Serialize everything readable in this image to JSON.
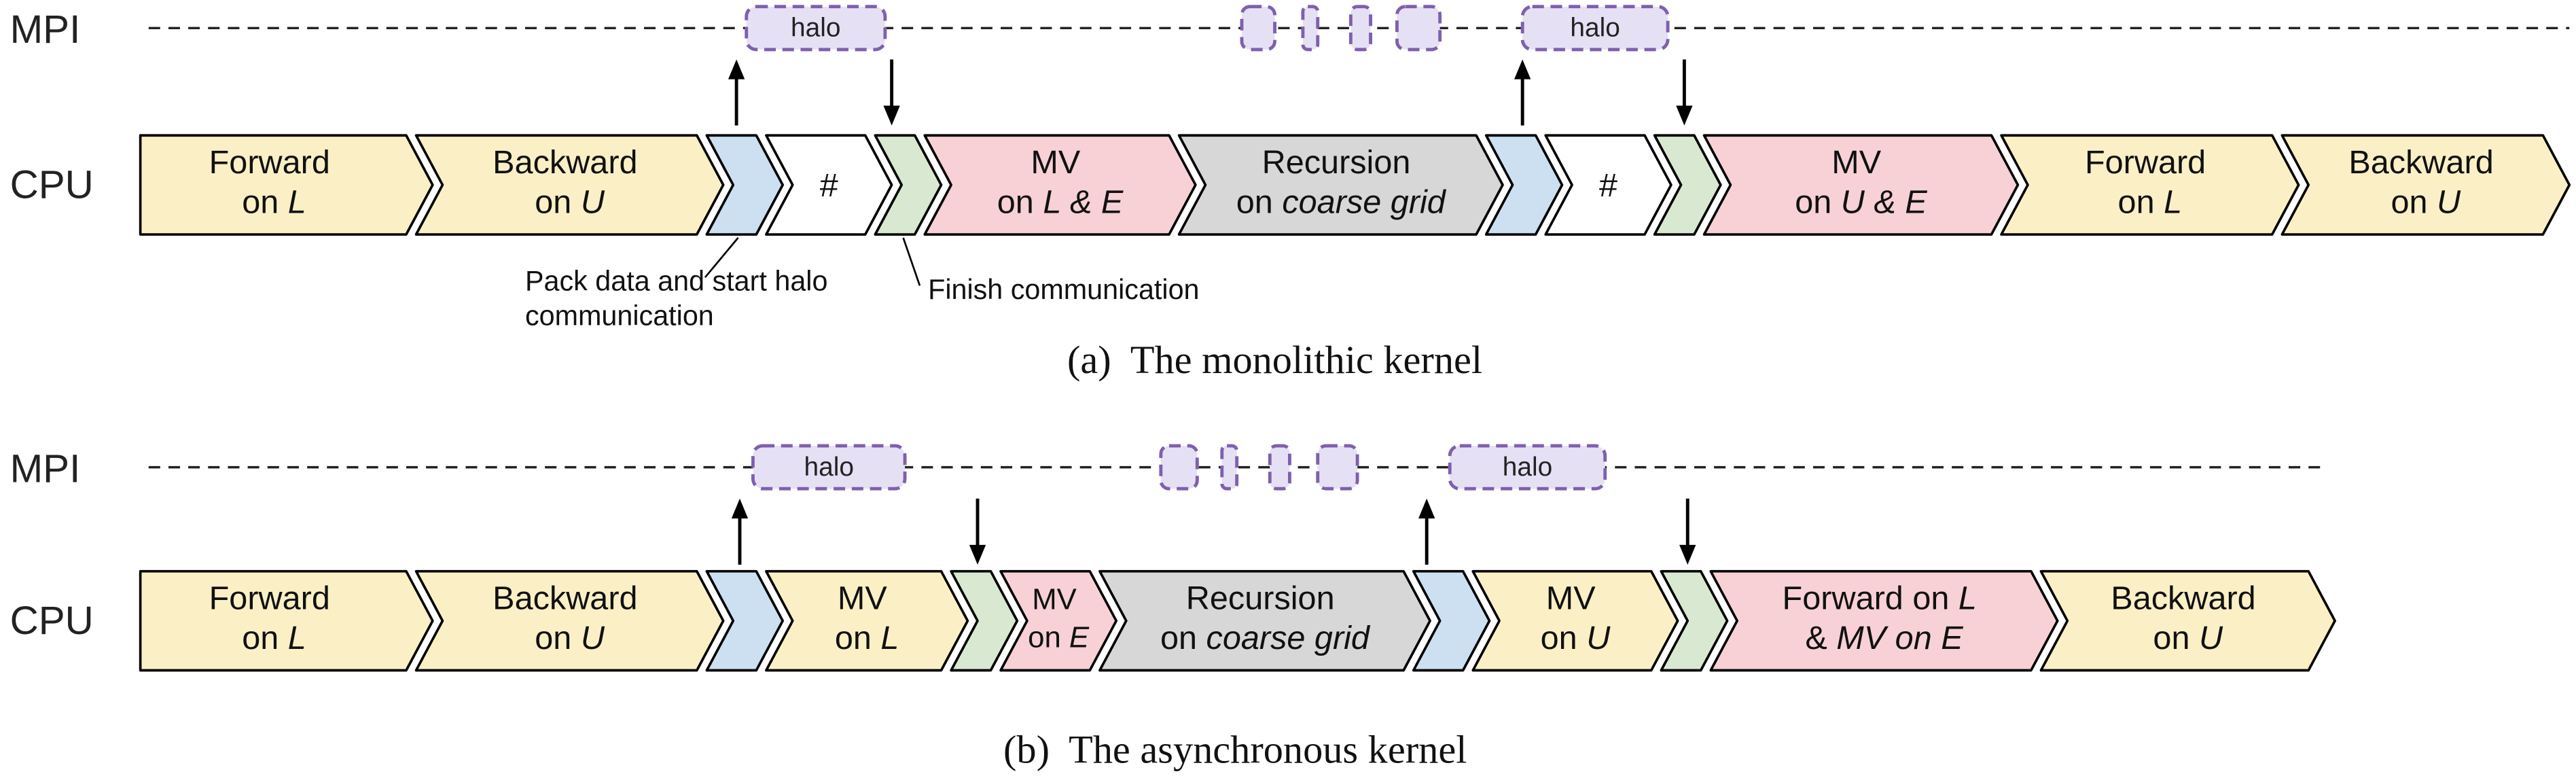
{
  "colors": {
    "yellow": "#FBF0C5",
    "pink": "#F7D1D6",
    "gray": "#D7D7D7",
    "blue": "#CCE0F2",
    "green": "#D9E8D0",
    "white": "#FFFFFF",
    "halo_fill": "#E6E0F5",
    "halo_border": "#7E60AE",
    "outline": "#000000"
  },
  "a": {
    "mpi_label": "MPI",
    "cpu_label": "CPU",
    "halo1": "halo",
    "halo2": "halo",
    "blocks": [
      {
        "t1": "Forward",
        "t2": "on ",
        "i2": "L"
      },
      {
        "t1": "Backward",
        "t2": "on ",
        "i2": "U"
      },
      {
        "t1": "#"
      },
      {
        "t1": "MV",
        "t2": "on ",
        "i2": "L & E"
      },
      {
        "t1": "Recursion",
        "t2": "on ",
        "i2": "coarse grid"
      },
      {
        "t1": "#"
      },
      {
        "t1": "MV",
        "t2": "on ",
        "i2": "U & E"
      },
      {
        "t1": "Forward",
        "t2": "on ",
        "i2": "L"
      },
      {
        "t1": "Backward",
        "t2": "on ",
        "i2": "U"
      }
    ],
    "pack_note_line1": "Pack data and start halo",
    "pack_note_line2": "communication",
    "finish_note": "Finish communication",
    "caption": "(a)  The monolithic kernel"
  },
  "b": {
    "mpi_label": "MPI",
    "cpu_label": "CPU",
    "halo1": "halo",
    "halo2": "halo",
    "blocks": [
      {
        "t1": "Forward",
        "t2": "on ",
        "i2": "L"
      },
      {
        "t1": "Backward",
        "t2": "on ",
        "i2": "U"
      },
      {
        "t1": "MV",
        "t2": "on ",
        "i2": "L"
      },
      {
        "t1": "MV",
        "t2": "on ",
        "i2": "E"
      },
      {
        "t1": "Recursion",
        "t2": "on ",
        "i2": "coarse grid"
      },
      {
        "t1": "MV",
        "t2": "on ",
        "i2": "U"
      },
      {
        "t1": "Forward on ",
        "i1": "L",
        "t2": "& ",
        "i2": "MV on E"
      },
      {
        "t1": "Backward",
        "t2": "on ",
        "i2": "U"
      }
    ],
    "caption": "(b)  The asynchronous kernel"
  }
}
